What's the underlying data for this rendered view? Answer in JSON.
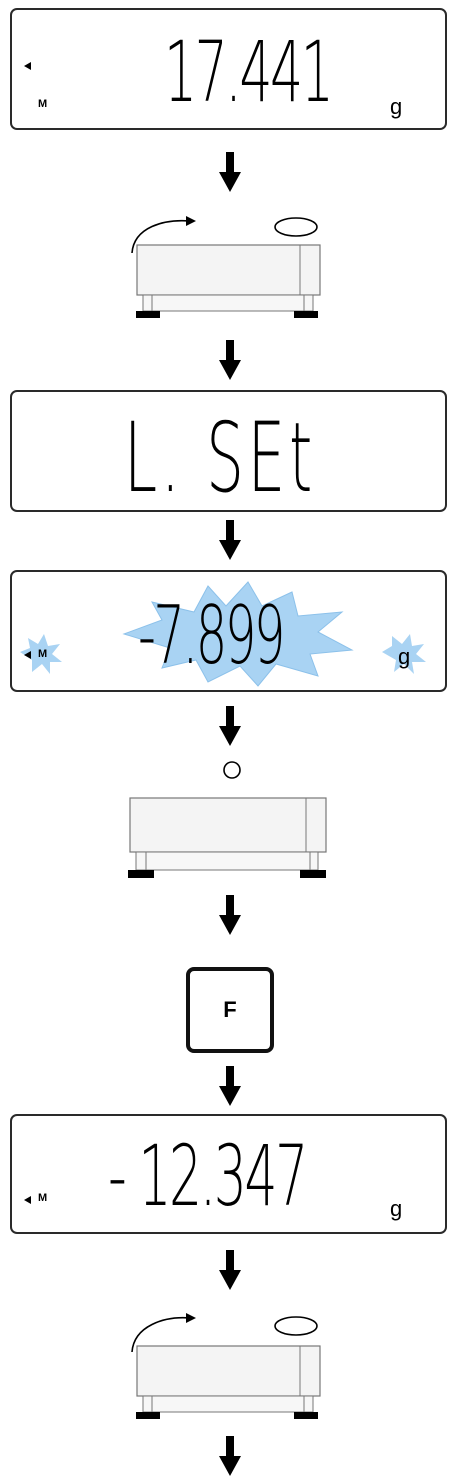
{
  "displays": {
    "first": {
      "reading": "17.441",
      "unit": "g",
      "indicator": "M"
    },
    "second": {
      "reading": "L. SEt"
    },
    "third": {
      "reading": "-7.899",
      "unit": "g",
      "indicator": "M"
    },
    "fourth": {
      "reading": "- 12.347",
      "unit": "g",
      "indicator": "M"
    }
  },
  "key": {
    "label": "F"
  },
  "icons": [
    "down-arrow-icon",
    "scale-icon",
    "curved-arrow-icon",
    "sample-dish-icon",
    "burst-highlight-icon",
    "triangle-indicator-icon"
  ],
  "colors": {
    "highlight": "#a9d3f3",
    "highlight_edge": "#5fa8e0",
    "ink": "#000000",
    "scale_fill": "#f3f3f3"
  }
}
